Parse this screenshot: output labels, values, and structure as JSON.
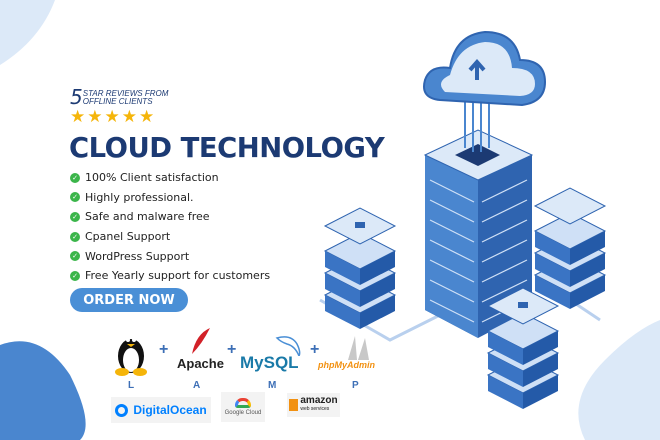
{
  "reviews": {
    "number": "5",
    "text_line1": "STAR REVIEWS FROM",
    "text_line2": "OFFLINE CLIENTS",
    "stars": 5
  },
  "title": "CLOUD TECHNOLOGY",
  "features": [
    "100% Client satisfaction",
    "Highly professional.",
    "Safe and malware free",
    "Cpanel Support",
    "WordPress Support",
    "Free Yearly support for customers"
  ],
  "cta": "ORDER NOW",
  "stack": {
    "plus": "+",
    "items": [
      {
        "logo": "linux-penguin",
        "label": "L"
      },
      {
        "logo": "Apache",
        "label": "A"
      },
      {
        "logo": "MySQL",
        "label": "M"
      },
      {
        "logo": "phpMyAdmin",
        "label": "P"
      }
    ]
  },
  "providers": [
    "DigitalOcean",
    "Google Cloud",
    "amazon",
    "web services"
  ],
  "colors": {
    "navy": "#1c3a73",
    "accent": "#4a8fd6",
    "star": "#f5b50a",
    "check": "#3bb54a"
  }
}
